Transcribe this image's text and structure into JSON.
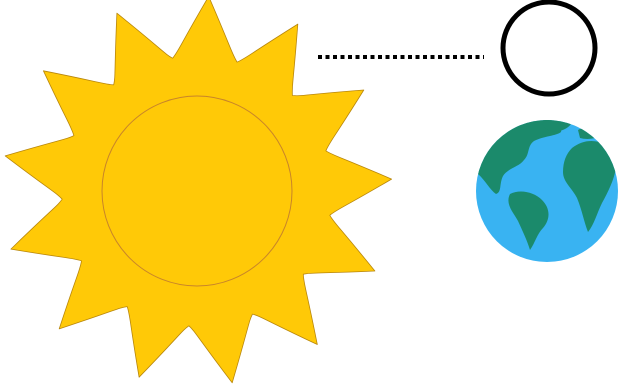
{
  "figure": {
    "objects": [
      {
        "id": "sun",
        "icon": "sun-icon",
        "rays": 13
      },
      {
        "id": "circle-marker",
        "icon": "circle-outline-icon"
      },
      {
        "id": "earth",
        "icon": "earth-globe-icon"
      }
    ],
    "connector": {
      "style": "dotted",
      "from": "sun",
      "to": "circle-marker"
    }
  },
  "colors": {
    "background": "#ffffff",
    "sun_fill": "#FFC907",
    "sun_edge": "#B8860B",
    "sun_core_outline": "#C8842A",
    "connector": "#000000",
    "marker_stroke": "#000000",
    "ocean": "#39B3F2",
    "land": "#1B8A6B"
  }
}
